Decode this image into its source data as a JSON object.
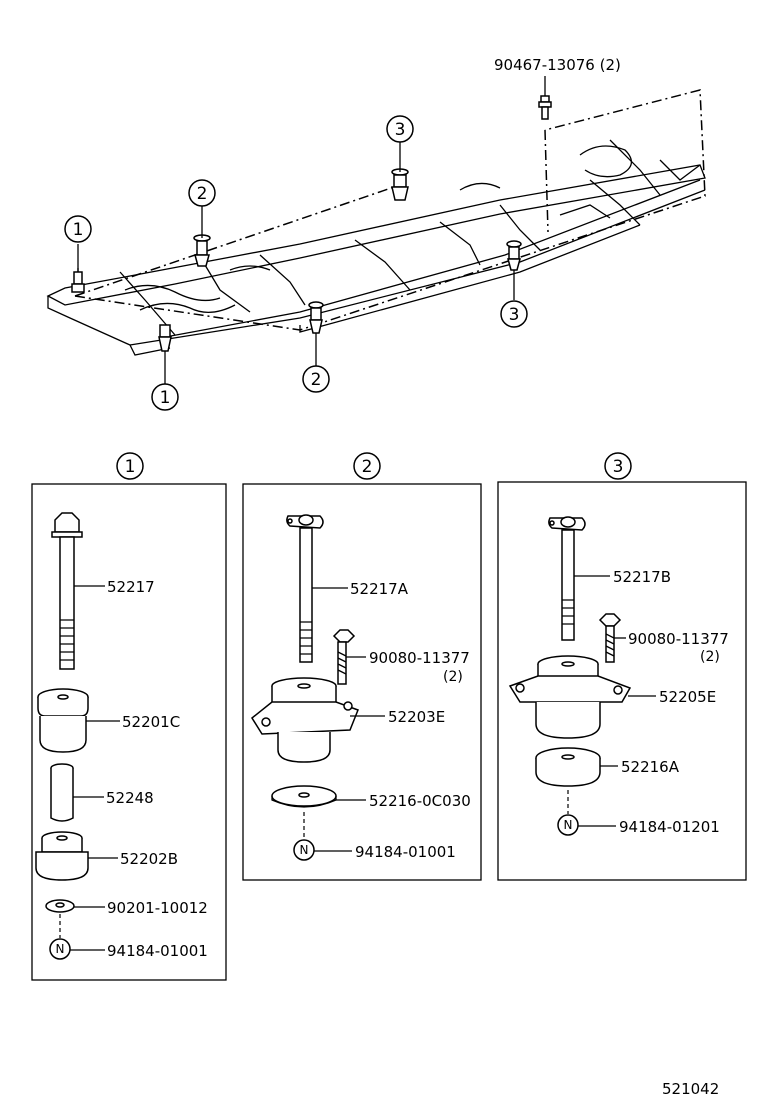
{
  "overview": {
    "bolt_callout": "90467-13076 (2)",
    "mount_markers": [
      "1",
      "1",
      "2",
      "2",
      "3",
      "3"
    ]
  },
  "group1": {
    "title": "1",
    "parts": [
      "52217",
      "52201C",
      "52248",
      "52202B",
      "90201-10012",
      "94184-01001"
    ],
    "nut_symbol": "N"
  },
  "group2": {
    "title": "2",
    "parts": [
      "52217A",
      "90080-11377",
      "52203E",
      "52216-0C030",
      "94184-01001"
    ],
    "bolt_qty": "(2)",
    "nut_symbol": "N"
  },
  "group3": {
    "title": "3",
    "parts": [
      "52217B",
      "90080-11377",
      "52205E",
      "52216A",
      "94184-01201"
    ],
    "bolt_qty": "(2)",
    "nut_symbol": "N"
  },
  "diagram_code": "521042"
}
